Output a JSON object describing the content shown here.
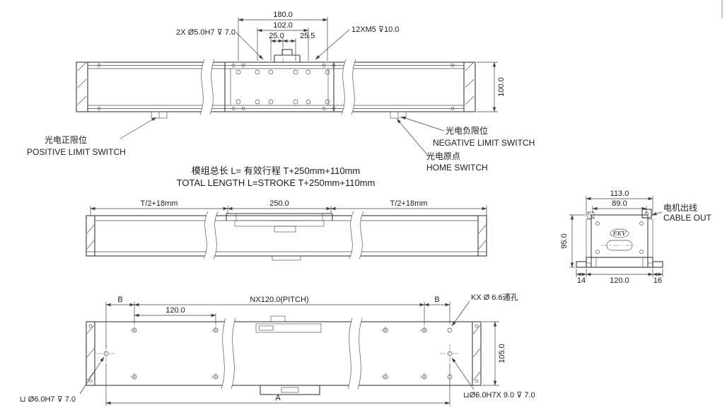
{
  "drawing": {
    "top_view": {
      "dim_180": "180.0",
      "dim_102": "102.0",
      "dim_25": "25.0",
      "dim_25_5": "25.5",
      "dim_100": "100.0",
      "label_dowel": "2X Ø5.0H7 ⊽ 7.0",
      "label_tap": "12XM5 ⊽10.0",
      "positive_limit_cn": "光电正限位",
      "positive_limit_en": "POSITIVE LIMIT SWITCH",
      "negative_limit_cn": "光电负限位",
      "negative_limit_en": "NEGATIVE LIMIT SWITCH",
      "home_cn": "光电原点",
      "home_en": "HOME SWITCH"
    },
    "length_note_cn": "模组总长 L= 有效行程 T+250mm+110mm",
    "length_note_en": "TOTAL LENGTH L=STROKE T+250mm+110mm",
    "side_view": {
      "dim_left": "T/2+18mm",
      "dim_center": "250.0",
      "dim_right": "T/2+18mm"
    },
    "end_view": {
      "dim_113": "113.0",
      "dim_89": "89.0",
      "dim_95": "95.0",
      "dim_14": "14",
      "dim_120": "120.0",
      "dim_16": "16",
      "logo": "EKV",
      "cable_cn": "电机出线",
      "cable_en": "CABLE OUT"
    },
    "bottom_view": {
      "dim_b_left": "B",
      "dim_pitch": "NX120.0(PITCH)",
      "dim_b_right": "B",
      "dim_120": "120.0",
      "dim_105": "105.0",
      "dim_a": "A",
      "label_kx": "KX Ø 6.6通孔",
      "label_pin_left": "⊔ Ø6.0H7 ⊽ 7.0",
      "label_pin_right": "⊔Ø6.0H7X 9.0 ⊽ 7.0"
    }
  }
}
